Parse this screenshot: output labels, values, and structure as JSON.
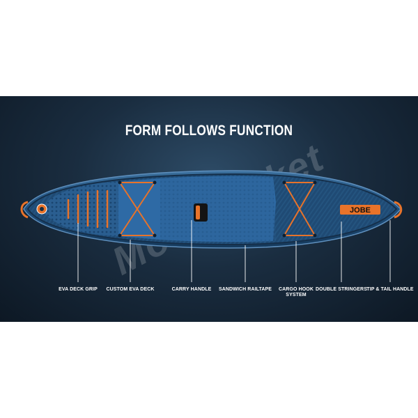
{
  "title": "FORM FOLLOWS FUNCTION",
  "brand_logo": "JOBE",
  "watermark": "MotoMarket",
  "features": [
    {
      "label": "EVA DECK GRIP"
    },
    {
      "label": "CUSTOM EVA DECK"
    },
    {
      "label": "CARRY HANDLE"
    },
    {
      "label": "SANDWICH RAILTAPE"
    },
    {
      "label": "CARGO HOOK SYSTEM"
    },
    {
      "label": "DOUBLE STRINGERS"
    },
    {
      "label": "TIP & TAIL HANDLE"
    }
  ],
  "colors": {
    "background": "#12202f",
    "board": "#1f4f7d",
    "deck": "#2d6aa6",
    "accent_orange": "#e8732a",
    "text": "#ffffff"
  }
}
